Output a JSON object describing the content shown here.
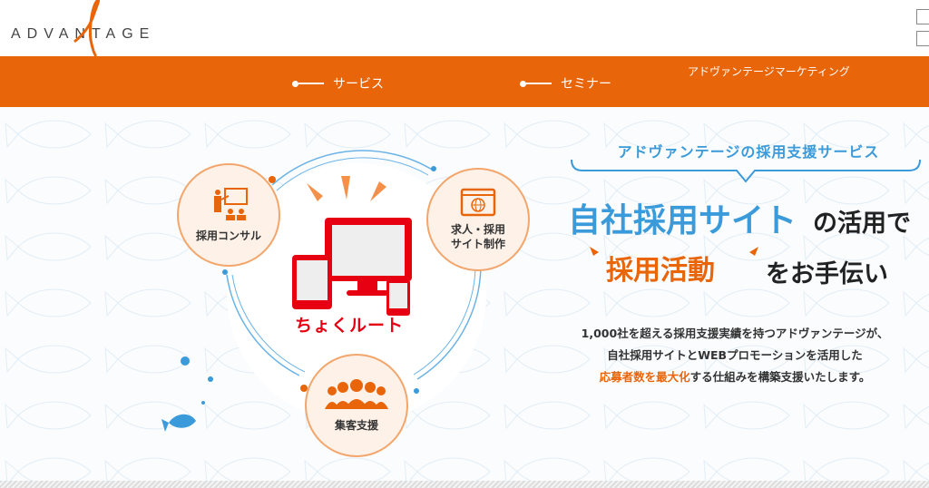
{
  "header": {
    "logo_text": "ADVANTAGE",
    "logo_accent": "#e8650a"
  },
  "nav": {
    "items": [
      {
        "label": "サービス"
      },
      {
        "label": "セミナー"
      },
      {
        "label": "アドヴァンテージマーケティング"
      }
    ],
    "bg": "#e8650a"
  },
  "diagram": {
    "nodes": [
      {
        "label": "採用コンサル",
        "icon": "presentation-icon"
      },
      {
        "label_line1": "求人・採用",
        "label_line2": "サイト制作",
        "icon": "globe-browser-icon"
      },
      {
        "label": "集客支援",
        "icon": "people-group-icon"
      }
    ],
    "center_logo": "ちょくルート"
  },
  "hero": {
    "catch": "アドヴァンテージの採用支援サービス",
    "headline1_accent": "自社採用サイト",
    "headline1_rest": "の活用で",
    "headline2_accent": "採用活動",
    "headline2_rest": "をお手伝い",
    "para_line1": "1,000社を超える採用支援実績を持つアドヴァンテージが、",
    "para_line2": "自社採用サイトとWEBプロモーションを活用した",
    "para_line3_accent": "応募者数を最大化",
    "para_line3_rest": "する仕組みを構築支援いたします。",
    "blue": "#3b9ad9",
    "orange": "#e8650a"
  }
}
